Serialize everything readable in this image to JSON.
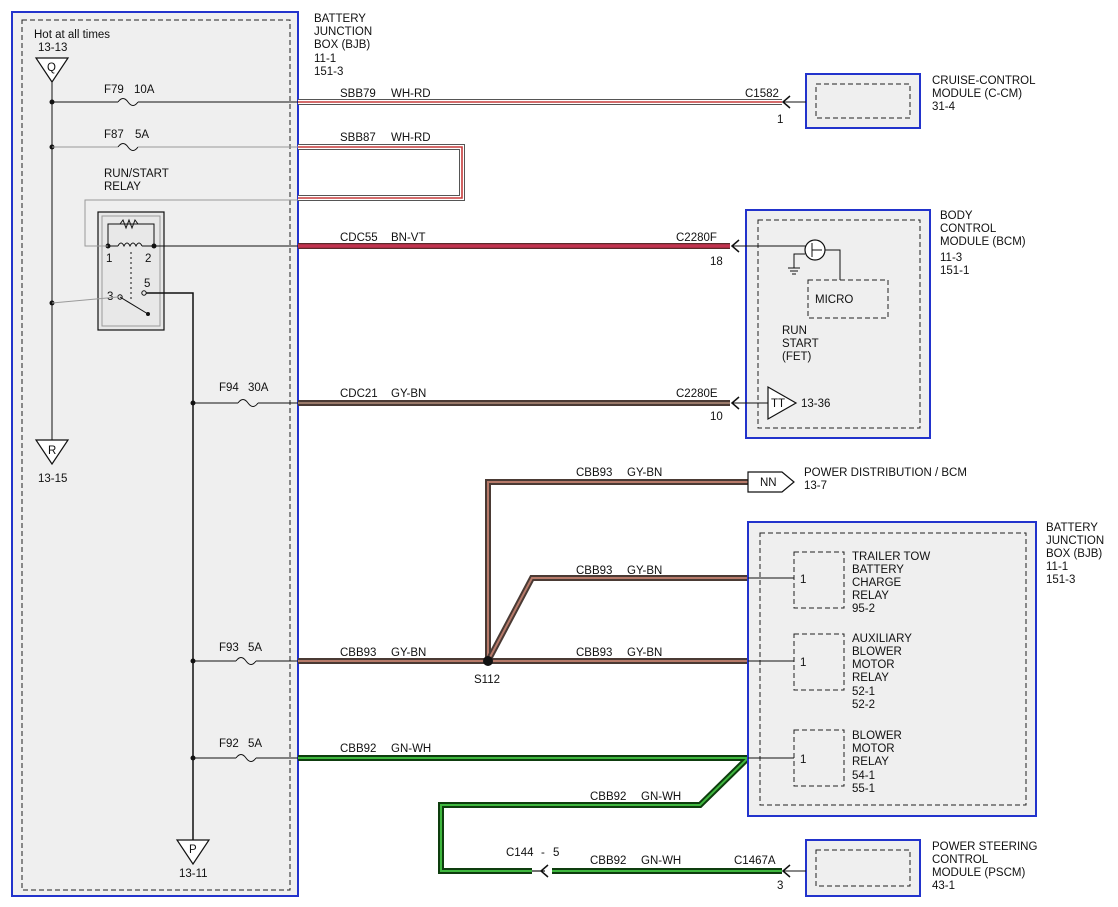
{
  "colors": {
    "module_border": "#2233cc",
    "wh_rd": "#c73b3b",
    "bn_vt": "#c2334f",
    "gy_bn": "#6b4a3c",
    "gn_wh": "#1f8a1f"
  },
  "bjb_left": {
    "name": "BATTERY JUNCTION BOX (BJB)",
    "title_lines": [
      "BATTERY",
      "JUNCTION",
      "BOX (BJB)"
    ],
    "ref1": "11-1",
    "ref2": "151-3",
    "hot_label": "Hot at all times",
    "hot_ref": "13-13",
    "conn_q": "Q",
    "conn_r": "R",
    "conn_r_ref": "13-15",
    "conn_p": "P",
    "conn_p_ref": "13-11",
    "relay_lines": [
      "RUN/START",
      "RELAY"
    ],
    "relay_pins": [
      "1",
      "2",
      "3",
      "5"
    ]
  },
  "fuses": [
    {
      "id": "F79",
      "rating": "10A"
    },
    {
      "id": "F87",
      "rating": "5A"
    },
    {
      "id": "F94",
      "rating": "30A"
    },
    {
      "id": "F93",
      "rating": "5A"
    },
    {
      "id": "F92",
      "rating": "5A"
    }
  ],
  "wires": {
    "sbb79": {
      "circuit": "SBB79",
      "color": "WH-RD"
    },
    "sbb87": {
      "circuit": "SBB87",
      "color": "WH-RD"
    },
    "cdc55": {
      "circuit": "CDC55",
      "color": "BN-VT"
    },
    "cdc21": {
      "circuit": "CDC21",
      "color": "GY-BN"
    },
    "cbb93_main": {
      "circuit": "CBB93",
      "color": "GY-BN"
    },
    "cbb93_up": {
      "circuit": "CBB93",
      "color": "GY-BN"
    },
    "cbb93_trailer": {
      "circuit": "CBB93",
      "color": "GY-BN"
    },
    "cbb93_aux": {
      "circuit": "CBB93",
      "color": "GY-BN"
    },
    "cbb92_main": {
      "circuit": "CBB92",
      "color": "GN-WH"
    },
    "cbb92_diag": {
      "circuit": "CBB92",
      "color": "GN-WH"
    },
    "cbb92_bottom": {
      "circuit": "CBB92",
      "color": "GN-WH"
    }
  },
  "connectors": {
    "c1582": {
      "name": "C1582",
      "pin": "1"
    },
    "c2280f": {
      "name": "C2280F",
      "pin": "18"
    },
    "c2280e": {
      "name": "C2280E",
      "pin": "10"
    },
    "c1467a": {
      "name": "C1467A",
      "pin": "3"
    },
    "c144": {
      "name": "C144",
      "pin": "5"
    }
  },
  "splice": "S112",
  "ccm": {
    "title_lines": [
      "CRUISE-CONTROL",
      "MODULE (C-CM)"
    ],
    "ref": "31-4"
  },
  "bcm": {
    "title_lines": [
      "BODY",
      "CONTROL",
      "MODULE (BCM)"
    ],
    "ref1": "11-3",
    "ref2": "151-1",
    "micro": "MICRO",
    "fet_lines": [
      "RUN",
      "START",
      "(FET)"
    ],
    "tt": "TT",
    "tt_ref": "13-36"
  },
  "power_dist": {
    "conn": "NN",
    "label": "POWER DISTRIBUTION / BCM",
    "ref": "13-7"
  },
  "bjb_right": {
    "title_lines": [
      "BATTERY",
      "JUNCTION",
      "BOX (BJB)"
    ],
    "ref1": "11-1",
    "ref2": "151-3",
    "relays": [
      {
        "pin": "1",
        "lines": [
          "TRAILER TOW",
          "BATTERY",
          "CHARGE",
          "RELAY",
          "95-2"
        ]
      },
      {
        "pin": "1",
        "lines": [
          "AUXILIARY",
          "BLOWER",
          "MOTOR",
          "RELAY",
          "52-1",
          "52-2"
        ]
      },
      {
        "pin": "1",
        "lines": [
          "BLOWER",
          "MOTOR",
          "RELAY",
          "54-1",
          "55-1"
        ]
      }
    ]
  },
  "pscm": {
    "title_lines": [
      "POWER STEERING",
      "CONTROL",
      "MODULE (PSCM)"
    ],
    "ref": "43-1"
  }
}
